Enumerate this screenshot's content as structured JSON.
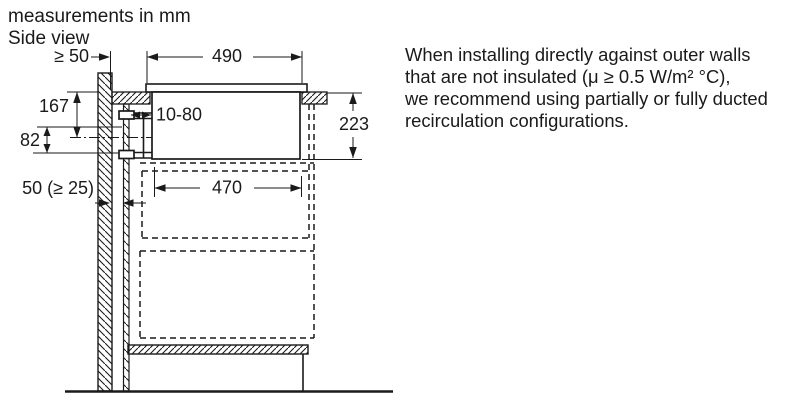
{
  "header": {
    "title_line1": "measurements in mm",
    "title_line2": "Side view"
  },
  "note": {
    "lines": [
      "When installing directly against outer walls",
      "that are not insulated (μ ≥ 0.5 W/m² °C),",
      "we recommend using partially or fully ducted",
      "recirculation configurations."
    ]
  },
  "dimensions": {
    "wall_clearance_top": "≥ 50",
    "hob_depth": "490",
    "outlet_center_height": "167",
    "duct_adjust_range": "10-80",
    "duct_section_height": "82",
    "box_depth_below_worktop": "223",
    "cutout_depth": "470",
    "rear_gap": "50 (≥ 25)"
  },
  "colors": {
    "ink": "#1a1a1a",
    "background": "#ffffff"
  }
}
